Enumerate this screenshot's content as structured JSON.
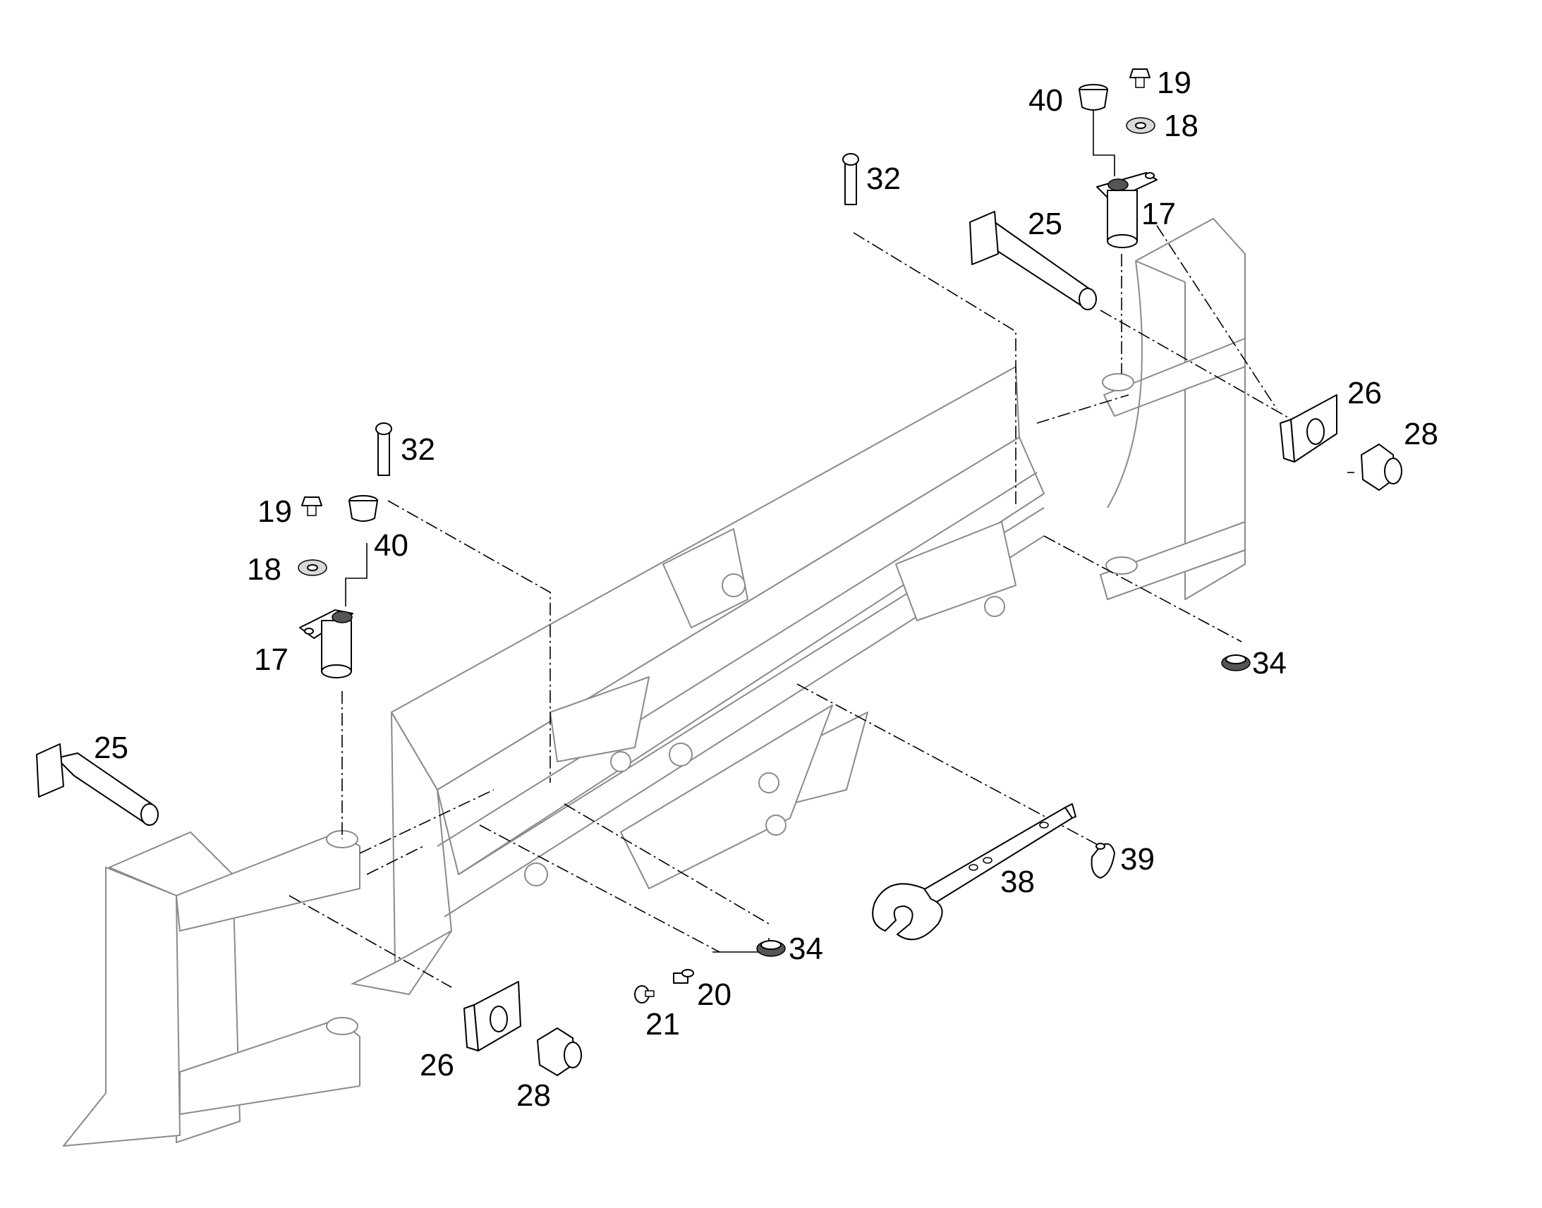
{
  "callouts": {
    "c19_right": "19",
    "c40_right": "40",
    "c18_right": "18",
    "c32_right": "32",
    "c17_right": "17",
    "c25_right": "25",
    "c26_right": "26",
    "c28_right": "28",
    "c34_right": "34",
    "c32_left": "32",
    "c19_left": "19",
    "c40_left": "40",
    "c18_left": "18",
    "c17_left": "17",
    "c25_left": "25",
    "c39": "39",
    "c38": "38",
    "c34_center": "34",
    "c20": "20",
    "c21": "21",
    "c26_left": "26",
    "c28_left": "28"
  }
}
